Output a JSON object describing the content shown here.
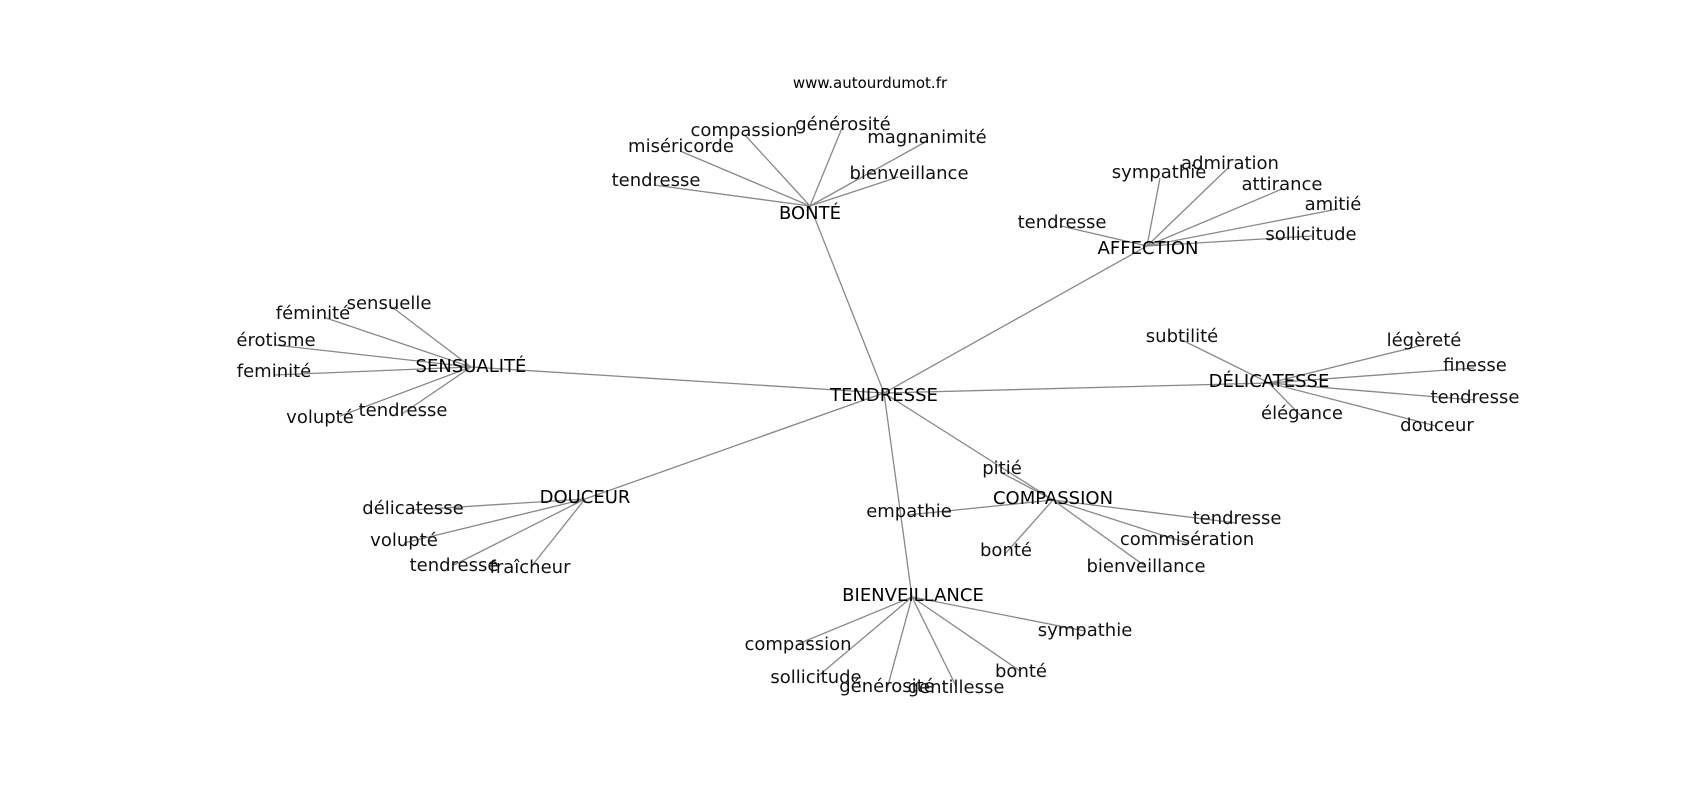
{
  "site": "www.autourdumot.fr",
  "center": "TENDRESSE",
  "clusters": [
    {
      "hub": "BONTÉ",
      "words": [
        "tendresse",
        "miséricorde",
        "compassion",
        "générosité",
        "magnanimité",
        "bienveillance"
      ]
    },
    {
      "hub": "AFFECTION",
      "words": [
        "tendresse",
        "sympathie",
        "admiration",
        "attirance",
        "amitié",
        "sollicitude"
      ]
    },
    {
      "hub": "SENSUALITÉ",
      "words": [
        "sensuelle",
        "féminité",
        "érotisme",
        "feminité",
        "volupté",
        "tendresse"
      ]
    },
    {
      "hub": "DÉLICATESSE",
      "words": [
        "subtilité",
        "légèreté",
        "finesse",
        "tendresse",
        "élégance",
        "douceur"
      ]
    },
    {
      "hub": "COMPASSION",
      "words": [
        "pitié",
        "empathie",
        "bonté",
        "bienveillance",
        "commisération",
        "tendresse"
      ]
    },
    {
      "hub": "DOUCEUR",
      "words": [
        "délicatesse",
        "volupté",
        "tendresse",
        "fraîcheur"
      ]
    },
    {
      "hub": "BIENVEILLANCE",
      "words": [
        "compassion",
        "sollicitude",
        "générosité",
        "gentillesse",
        "bonté",
        "sympathie"
      ]
    }
  ]
}
